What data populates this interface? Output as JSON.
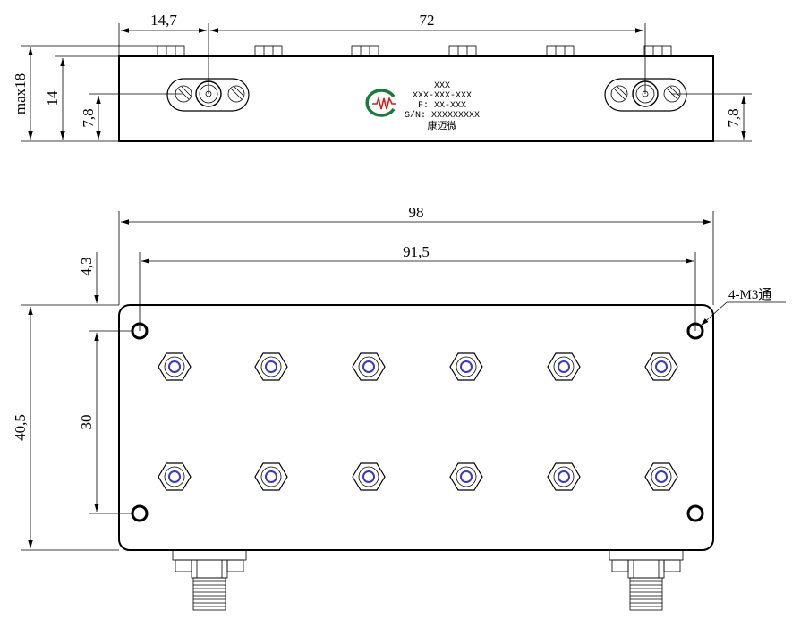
{
  "side_view": {
    "dim_left_offset": "14,7",
    "dim_pitch": "72",
    "dim_max_height": "max18",
    "dim_body_height": "14",
    "dim_connector_height_left": "7,8",
    "dim_connector_height_right": "7,8",
    "label": {
      "line1": "XXX",
      "line2": "XXX-XXX-XXX",
      "line3": "F: XX-XXX",
      "line4": "S/N: XXXXXXXXX",
      "brand": "康迈微"
    }
  },
  "top_view": {
    "dim_total_length": "98",
    "dim_hole_spacing": "91,5",
    "dim_hole_inset": "4,3",
    "dim_width": "40,5",
    "dim_hole_pitch_vertical": "30",
    "hole_callout": "4-M3通"
  },
  "colors": {
    "line": "#000000",
    "tuning_screw": "#3a3ac0",
    "logo_red": "#d42020",
    "logo_green": "#1a7a3a"
  }
}
